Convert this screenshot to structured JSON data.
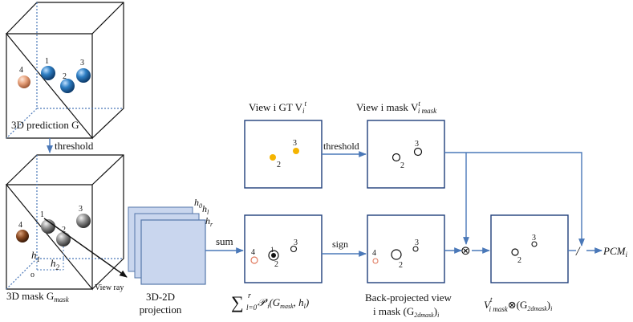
{
  "labels": {
    "prediction": "3D prediction G",
    "threshold_vertical": "threshold",
    "mask": "3D mask G",
    "mask_sub": "mask",
    "view_ray": "View ray",
    "h1": "h",
    "h1_sub": "1",
    "h2": "h",
    "h2_sub": "2",
    "origin": "o",
    "h0": "h",
    "h0_sub": "0",
    "hl": "h",
    "hl_sub": "l",
    "hr": "h",
    "hr_sub": "r",
    "projection_line1": "3D-2D",
    "projection_line2": "projection",
    "sum": "sum",
    "sign": "sign",
    "threshold_horizontal": "threshold",
    "view_gt": "View i GT V",
    "view_gt_sub": "i",
    "view_gt_sup": "t",
    "view_mask": "View i mask V",
    "view_mask_sub": "i mask",
    "view_mask_sup": "t",
    "sum_formula": "∑",
    "sum_formula_upper": "r",
    "sum_formula_lower": "l=0",
    "sum_formula_body": "𝒫′",
    "sum_formula_body_sub": "i",
    "sum_formula_args": "(G",
    "sum_formula_args_sub": "mask",
    "sum_formula_args_tail": ", h",
    "sum_formula_args_tail_sub": "l",
    "sum_formula_close": ")",
    "backproj_line1": "Back-projected view",
    "backproj_line2": "i mask (G",
    "backproj_line2_sub": "2dmask",
    "backproj_line2_close": ")",
    "backproj_line2_tail": "i",
    "product_formula": "V",
    "product_formula_sup": "t",
    "product_formula_sub": "i mask",
    "product_formula_op": "⊗(G",
    "product_formula_arg_sub": "2dmask",
    "product_formula_close": ")",
    "product_formula_tail": "i",
    "divide_symbol": "/",
    "output": "PCM",
    "output_sub": "i",
    "otimes": "⊗"
  },
  "markers": {
    "sphere_labels": [
      "4",
      "1",
      "2",
      "3"
    ],
    "gt_labels": [
      "3",
      "2"
    ],
    "mask_labels": [
      "3",
      "2"
    ],
    "sum_labels": [
      "4",
      "1",
      "3",
      "2"
    ],
    "backproj_labels": [
      "4",
      "3",
      "2"
    ],
    "product_labels": [
      "3",
      "2"
    ]
  },
  "colors": {
    "arrow": "#4a78b8",
    "plane_fill": "#c9d6ee",
    "plane_stroke": "#5577aa",
    "sphere_blue": "#2f7fc4",
    "sphere_peach": "#e6a07a",
    "sphere_gray": "#8a8a8a",
    "sphere_brown": "#8a4a22",
    "gt_dot": "#f5b400",
    "origin_circle": "#e07a5f"
  }
}
